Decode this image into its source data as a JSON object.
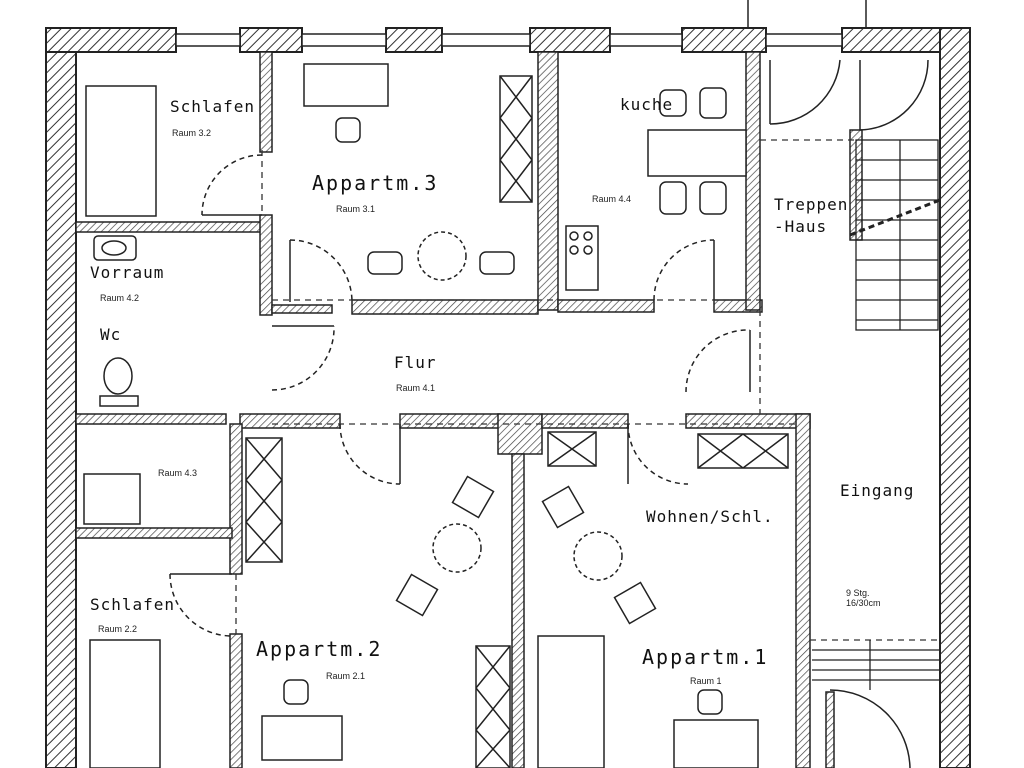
{
  "rooms": {
    "schlafen_top": {
      "name": "Schlafen",
      "num": "Raum 3.2"
    },
    "appartm3": {
      "name": "Appartm.3",
      "num": "Raum 3.1"
    },
    "kueche": {
      "name": "kuche",
      "num": "Raum 4.4"
    },
    "treppenhaus_1": {
      "name": "Treppen"
    },
    "treppenhaus_2": {
      "name": "-Haus"
    },
    "vorraum": {
      "name": "Vorraum",
      "num": "Raum 4.2"
    },
    "wc": {
      "name": "Wc"
    },
    "flur": {
      "name": "Flur",
      "num": "Raum 4.1"
    },
    "raum43": {
      "num": "Raum 4.3"
    },
    "wohnen": {
      "name": "Wohnen/Schl."
    },
    "eingang": {
      "name": "Eingang"
    },
    "stufen_1": {
      "name": "9 Stg."
    },
    "stufen_2": {
      "name": "16/30cm"
    },
    "schlafen_bottom": {
      "name": "Schlafen",
      "num": "Raum 2.2"
    },
    "appartm2": {
      "name": "Appartm.2",
      "num": "Raum 2.1"
    },
    "appartm1": {
      "name": "Appartm.1",
      "num": "Raum 1"
    }
  }
}
